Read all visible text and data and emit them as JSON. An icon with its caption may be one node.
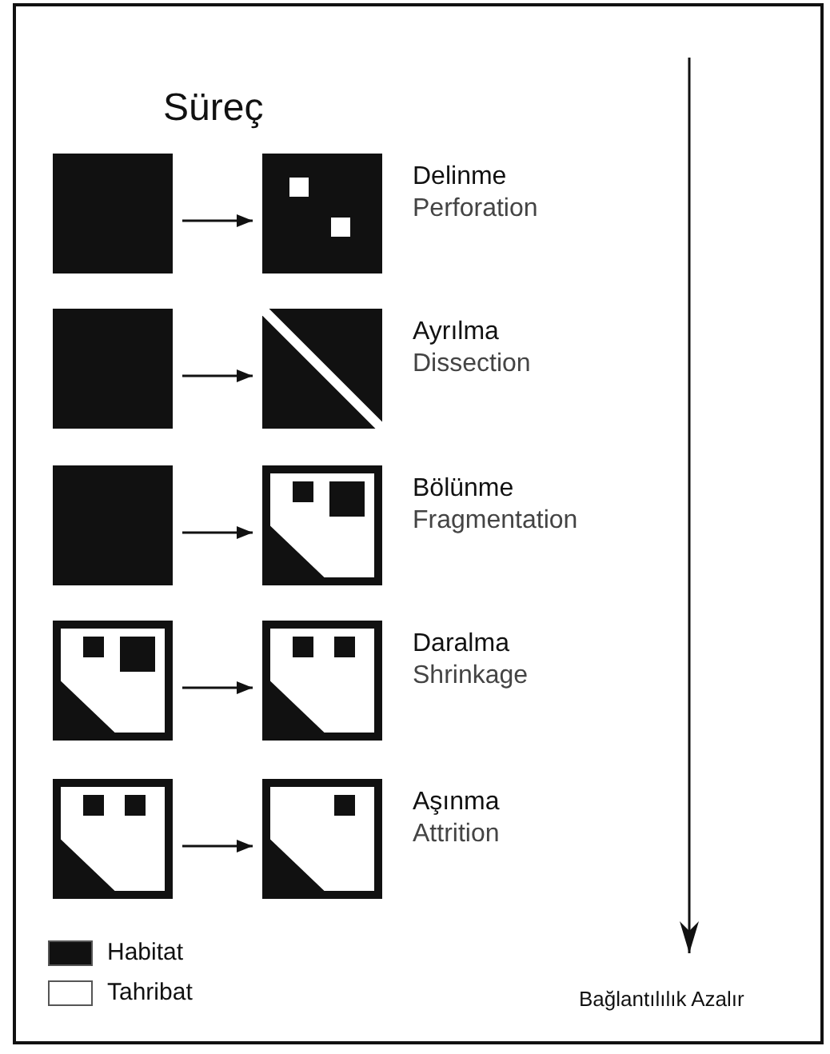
{
  "diagram": {
    "title": "Süreç",
    "nodes": [
      {
        "text": [],
        "shape": "box"
      },
      {
        "text": [],
        "shape": "box",
        "beside": [
          "Delinme",
          "Perforation"
        ]
      },
      {
        "text": [],
        "shape": "box"
      },
      {
        "text": [],
        "shape": "box",
        "beside": [
          "Ayrılma",
          "Dissection"
        ]
      },
      {
        "text": [],
        "shape": "box"
      },
      {
        "text": [],
        "shape": "box",
        "beside": [
          "Bölünme",
          "Fragmentation"
        ]
      },
      {
        "text": [],
        "shape": "box"
      },
      {
        "text": [],
        "shape": "box",
        "beside": [
          "Daralma",
          "Shrinkage"
        ]
      },
      {
        "text": [],
        "shape": "box"
      },
      {
        "text": [],
        "shape": "box",
        "beside": [
          "Aşınma",
          "Attrition"
        ]
      }
    ],
    "edges": [
      {
        "from": 0,
        "to": 1,
        "arrow": "to"
      },
      {
        "from": 2,
        "to": 3,
        "arrow": "to"
      },
      {
        "from": 4,
        "to": 5,
        "arrow": "to"
      },
      {
        "from": 6,
        "to": 7,
        "arrow": "to"
      },
      {
        "from": 8,
        "to": 9,
        "arrow": "to"
      }
    ],
    "labels": [
      "Bağlantılılık Azalır"
    ],
    "legend": [
      {
        "text": "Habitat",
        "color": "#111111"
      },
      {
        "text": "Tahribat",
        "color": "#ffffff"
      }
    ]
  }
}
